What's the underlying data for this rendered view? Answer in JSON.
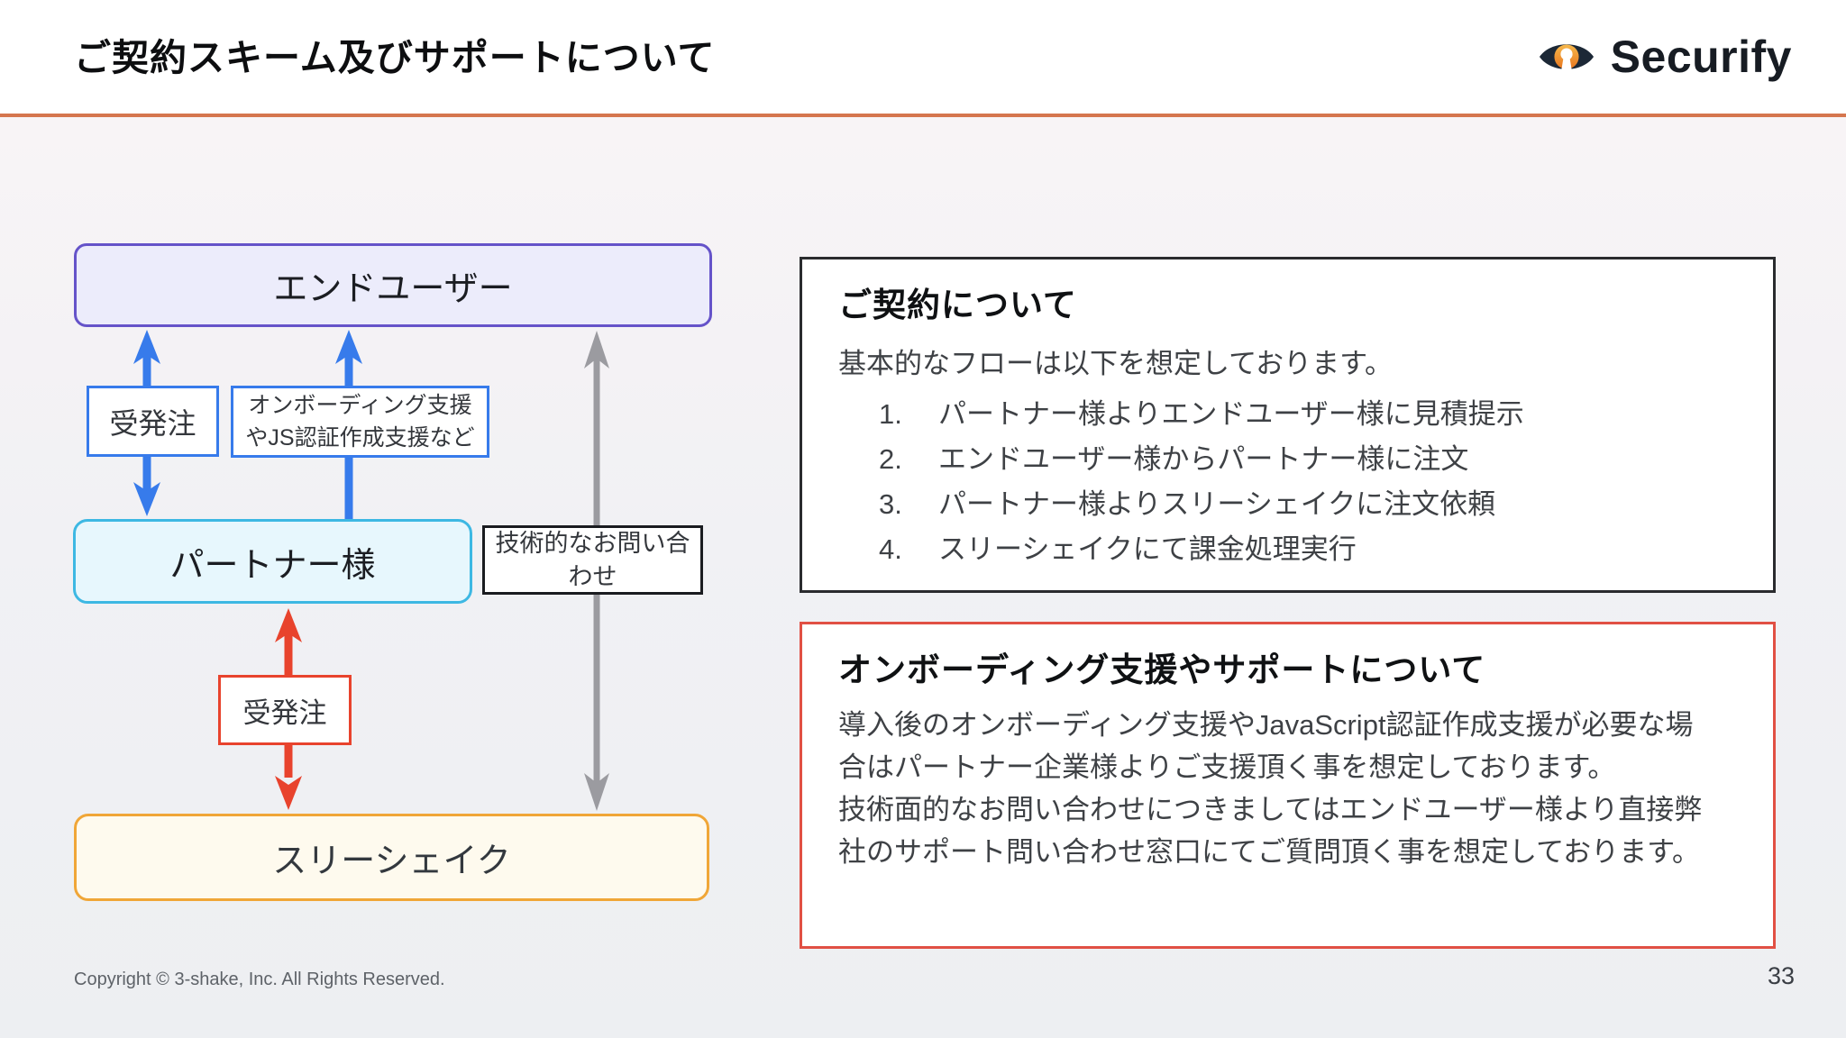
{
  "header": {
    "title": "ご契約スキーム及びサポートについて",
    "brand": "Securify"
  },
  "diagram": {
    "nodes": {
      "end_user": "エンドユーザー",
      "partner": "パートナー様",
      "threeshake": "スリーシェイク"
    },
    "labels": {
      "order_top": "受発注",
      "onboarding": "オンボーディング支援\nやJS認証作成支援など",
      "technical": "技術的なお問い合\nわせ",
      "order_bottom": "受発注"
    }
  },
  "panels": {
    "contract": {
      "title": "ご契約について",
      "intro": "基本的なフローは以下を想定しております。",
      "steps": [
        {
          "num": "1.",
          "text": "パートナー様よりエンドユーザー様に見積提示"
        },
        {
          "num": "2.",
          "text": "エンドユーザー様からパートナー様に注文"
        },
        {
          "num": "3.",
          "text": "パートナー様よりスリーシェイクに注文依頼"
        },
        {
          "num": "4.",
          "text": "スリーシェイクにて課金処理実行"
        }
      ]
    },
    "support": {
      "title": "オンボーディング支援やサポートについて",
      "body": "導入後のオンボーディング支援やJavaScript認証作成支援が必要な場\n合はパートナー企業様よりご支援頂く事を想定しております。\n技術面的なお問い合わせにつきましてはエンドユーザー様より直接弊\n社のサポート問い合わせ窓口にてご質問頂く事を想定しております。"
    }
  },
  "footer": {
    "copyright": "Copyright © 3-shake, Inc. All Rights Reserved.",
    "page_number": "33"
  },
  "colors": {
    "divider_orange": "#D5764E",
    "arrow_blue": "#377BEB",
    "arrow_red": "#E8432D",
    "arrow_gray": "#9B9BA0",
    "enduser_border": "#6553C9",
    "partner_border": "#3DB8E3",
    "threeshake_border": "#F0A637",
    "support_panel_border": "#E15044"
  }
}
